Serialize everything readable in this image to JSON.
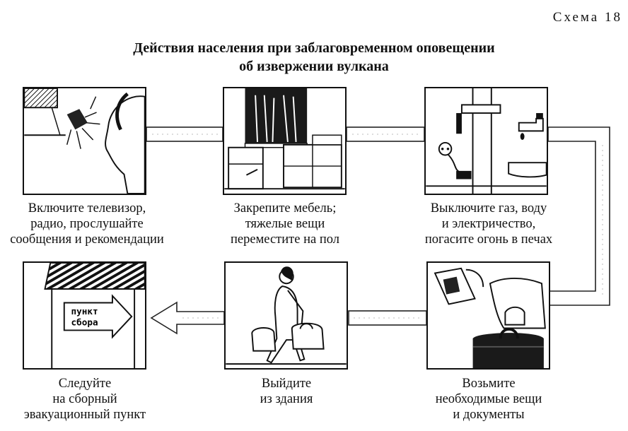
{
  "schema_label": "Схема 18",
  "title": {
    "line1": "Действия населения при заблаговременном оповещении",
    "line2": "об извержении вулкана"
  },
  "steps": [
    {
      "lines": [
        "Включите телевизор,",
        "радио, прослушайте",
        "сообщения и рекомендации"
      ],
      "icon": "tv-radio-icon"
    },
    {
      "lines": [
        "Закрепите мебель;",
        "тяжелые вещи",
        "переместите  на пол"
      ],
      "icon": "furniture-icon"
    },
    {
      "lines": [
        "Выключите газ, воду",
        "и электричество,",
        "погасите огонь в печах"
      ],
      "icon": "utilities-icon"
    },
    {
      "lines": [
        "Возьмите",
        "необходимые вещи",
        "и документы"
      ],
      "icon": "bag-documents-icon"
    },
    {
      "lines": [
        "Выйдите",
        "из здания"
      ],
      "icon": "person-leaving-icon"
    },
    {
      "lines": [
        "Следуйте",
        "на сборный",
        "эвакуационный пункт"
      ],
      "icon": "assembly-point-icon"
    }
  ],
  "sign_text": {
    "line1": "пункт",
    "line2": "сбора"
  }
}
